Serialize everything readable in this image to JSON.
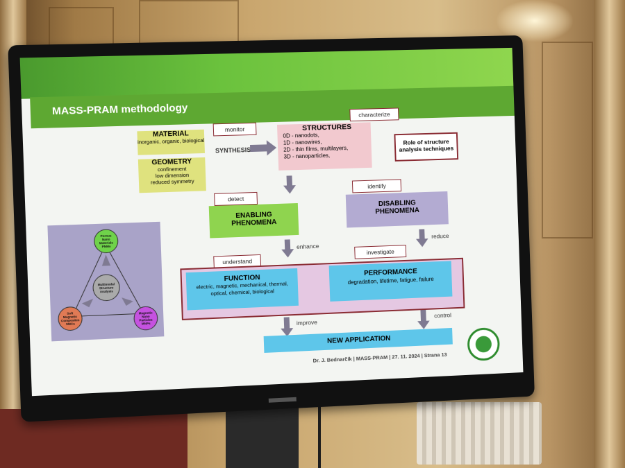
{
  "slide": {
    "title": "MASS-PRAM methodology",
    "material": {
      "title": "MATERIAL",
      "subtitle": "inorganic, organic, biological"
    },
    "geometry": {
      "title": "GEOMETRY",
      "lines": [
        "confinement",
        "low dimension",
        "reduced symmetry"
      ]
    },
    "monitor": "monitor",
    "synthesis": "SYNTHESIS",
    "characterize": "characterize",
    "structures": {
      "title": "STRUCTURES",
      "lines": [
        "0D - nanodots,",
        "1D - nanowires,",
        "2D - thin films, multilayers,",
        "3D - nanoparticles,"
      ]
    },
    "role": {
      "line1": "Role of structure",
      "line2": "analysis techniques"
    },
    "detect": "detect",
    "identify": "identify",
    "enabling": {
      "line1": "ENABLING",
      "line2": "PHENOMENA"
    },
    "disabling": {
      "line1": "DISABLING",
      "line2": "PHENOMENA"
    },
    "enhance": "enhance",
    "reduce": "reduce",
    "understand": "understand",
    "investigate": "investigate",
    "function": {
      "title": "FUNCTION",
      "line1": "electric, magnetic, mechanical, thermal,",
      "line2": "optical, chemical, biological"
    },
    "performance": {
      "title": "PERFORMANCE",
      "line1": "degradation, lifetime, fatigue, failure"
    },
    "improve": "improve",
    "control": "control",
    "new_application": "NEW APPLICATION",
    "footer": {
      "author": "Dr. J. Bednarčík",
      "sep1": "|",
      "project": "MASS-PRAM",
      "sep2": "|",
      "date": "27. 11. 2024",
      "sep3": "|",
      "page": "Strana 13"
    },
    "diagram": {
      "top": [
        "Porous",
        "Nano",
        "Materials",
        "PNMs"
      ],
      "center": [
        "Multimodal",
        "Structure",
        "Analysis"
      ],
      "left": [
        "Soft",
        "Magnetic",
        "Composites",
        "SMCs"
      ],
      "right": [
        "Magnetic",
        "Nano",
        "Particles",
        "MNPs"
      ]
    }
  }
}
